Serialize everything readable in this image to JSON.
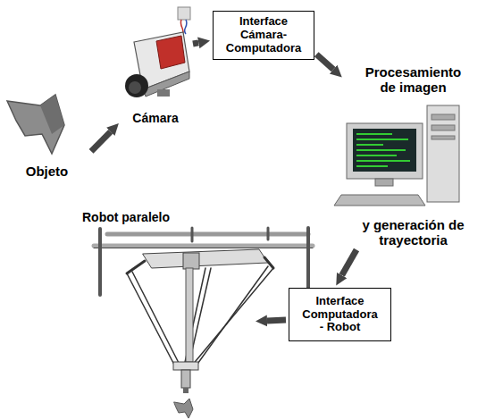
{
  "diagram": {
    "nodes": [
      {
        "text": [
          "Objeto"
        ]
      },
      {
        "text": [
          "Cámara"
        ]
      },
      {
        "text": [
          "Interface Cámara- Computadora"
        ]
      },
      {
        "text": [
          "Procesamiento de imagen",
          "y generación de trayectoria"
        ]
      },
      {
        "text": [
          "Interface Computadora - Robot"
        ]
      },
      {
        "text": [
          "Robot paralelo"
        ]
      }
    ],
    "edges": [
      {
        "from": 0,
        "to": 1,
        "arrow": "to"
      },
      {
        "from": 1,
        "to": 2,
        "arrow": "to"
      },
      {
        "from": 2,
        "to": 3,
        "arrow": "to"
      },
      {
        "from": 3,
        "to": 4,
        "arrow": "to"
      },
      {
        "from": 4,
        "to": 5,
        "arrow": "to"
      }
    ]
  }
}
